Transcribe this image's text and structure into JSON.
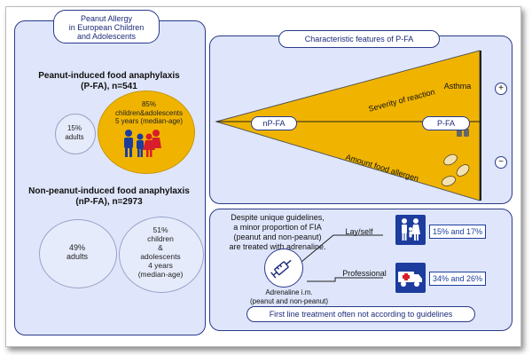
{
  "colors": {
    "panel": "#dfe6fb",
    "border": "#2a3a8a",
    "gold": "#f0b400",
    "navy": "#1c3c9e",
    "red": "#d81e2a"
  },
  "left": {
    "title": "Peanut Allergy\nin European Children\nand Adolescents",
    "pfa": {
      "heading1": "Peanut-induced food anaphylaxis",
      "heading2": "(P-FA), n=541",
      "small_circle": "15%\nadults",
      "big_circle": "85%\nchildren&adolescents\n5 years (median-age)"
    },
    "npfa": {
      "heading1": "Non-peanut-induced food anaphylaxis",
      "heading2": "(nP-FA), n=2973",
      "left_circle": "49%\nadults",
      "right_circle": "51%\nchildren\n&\nadolescents\n4 years\n(median-age)"
    }
  },
  "features": {
    "title": "Characteristic features of P-FA",
    "severity": "Severity of reaction",
    "asthma": "Asthma",
    "npfa_label": "nP-FA",
    "pfa_label": "P-FA",
    "amount": "Amount food allergen",
    "plus": "+",
    "minus": "−",
    "icons": [
      "people-icon",
      "peanut-icon"
    ]
  },
  "treatment": {
    "text": "Despite unique guidelines,\na minor proportion of FIA\n(peanut and non-peanut)\nare treated with adrenaline.",
    "lay_label": "Lay/self",
    "lay_value": "15% and 17%",
    "prof_label": "Professional",
    "prof_value": "34% and 26%",
    "adrenaline_caption": "Adrenaline i.m.\n(peanut and non-peanut)",
    "footer": "First line treatment often not according to guidelines",
    "icons": [
      "syringe-icon",
      "family-icon",
      "ambulance-icon"
    ]
  }
}
